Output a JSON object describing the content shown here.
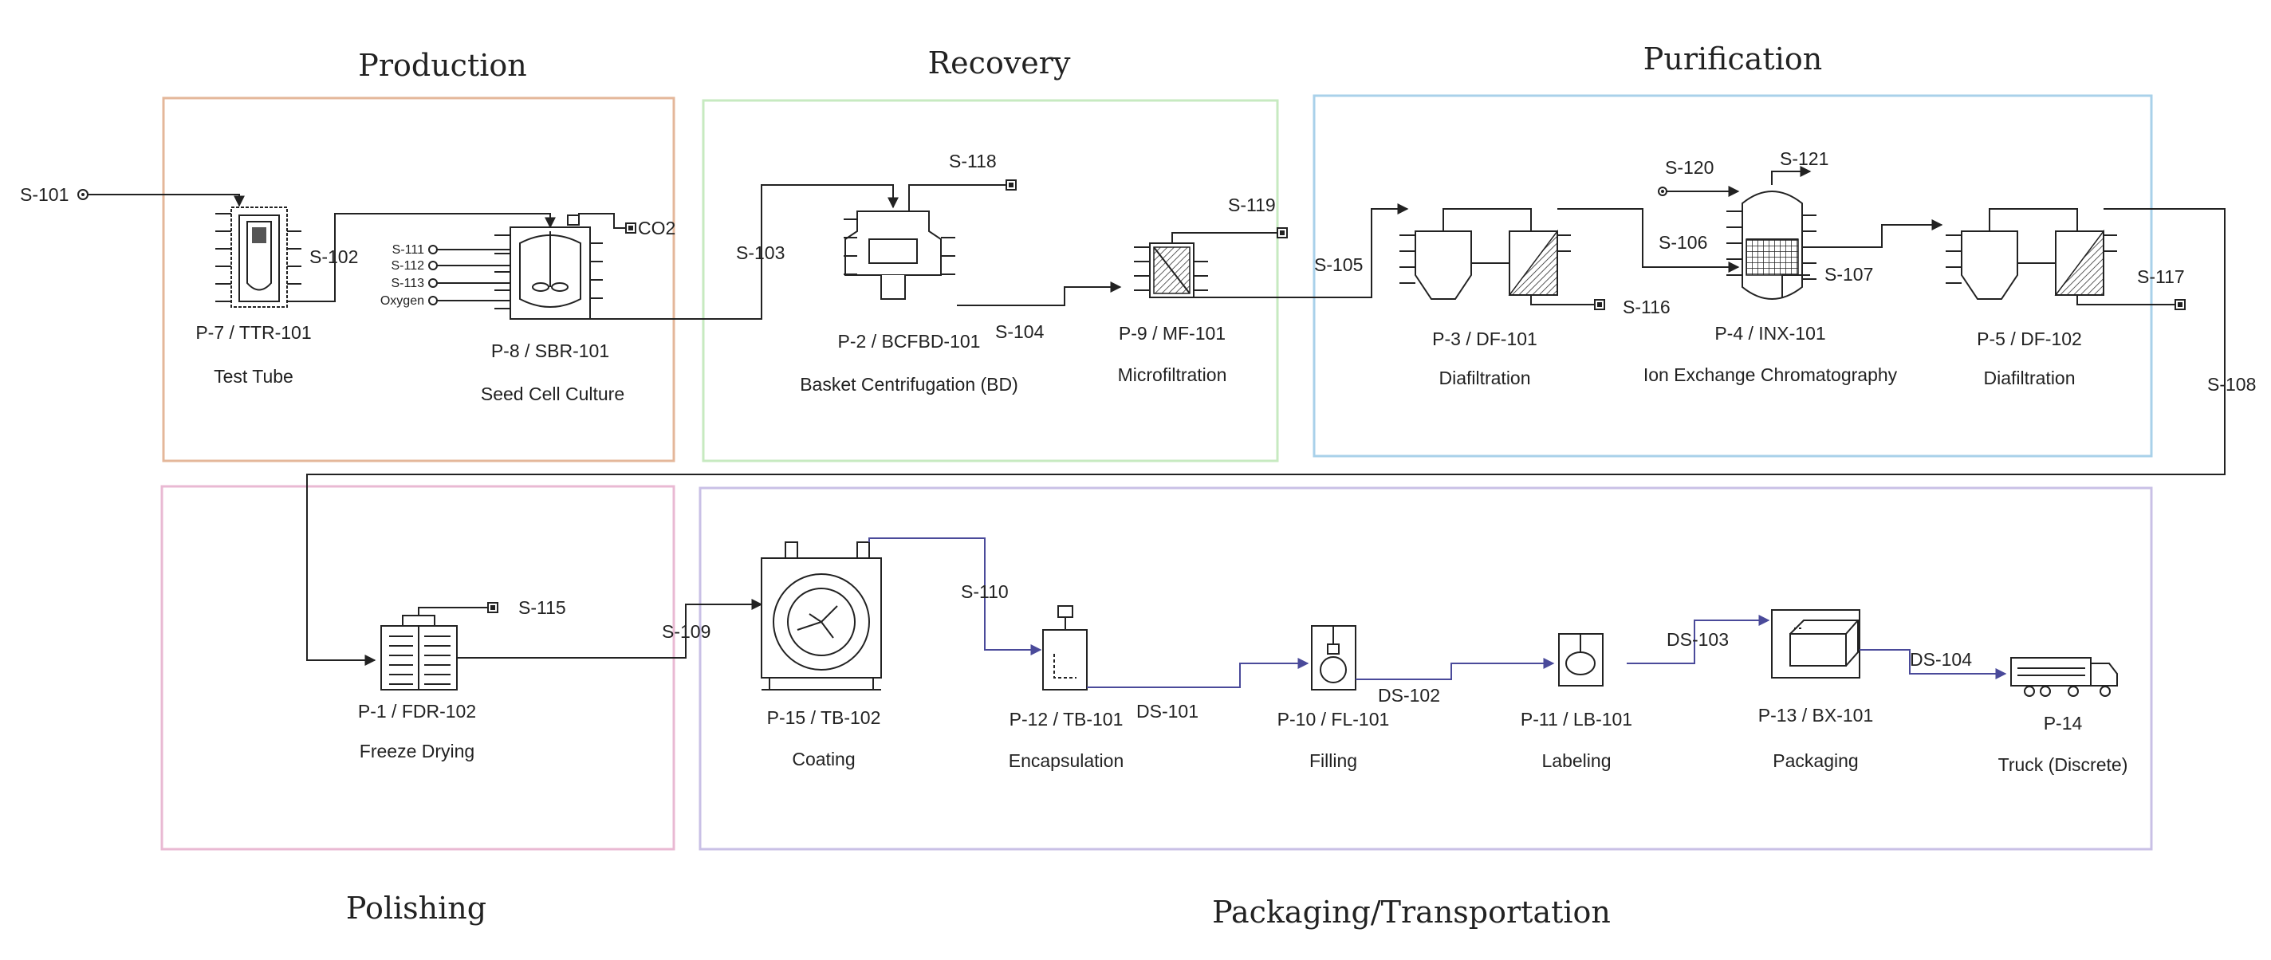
{
  "colors": {
    "production": "#e4b79a",
    "recovery": "#c7eac0",
    "purification": "#a9d1ea",
    "polishing": "#e9b9d3",
    "packaging": "#c9c0e6",
    "stream": "#222222",
    "product_stream": "#4a4a9a"
  },
  "sections": {
    "production": "Production",
    "recovery": "Recovery",
    "purification": "Purification",
    "polishing": "Polishing",
    "packaging": "Packaging/Transportation"
  },
  "units": {
    "p7": {
      "tag": "P-7 / TTR-101",
      "name": "Test Tube"
    },
    "p8": {
      "tag": "P-8 / SBR-101",
      "name": "Seed Cell Culture"
    },
    "p2": {
      "tag": "P-2 / BCFBD-101",
      "name": "Basket Centrifugation (BD)"
    },
    "p9": {
      "tag": "P-9 / MF-101",
      "name": "Microfiltration"
    },
    "p3": {
      "tag": "P-3 / DF-101",
      "name": "Diafiltration"
    },
    "p4": {
      "tag": "P-4 / INX-101",
      "name": "Ion Exchange Chromatography"
    },
    "p5": {
      "tag": "P-5 / DF-102",
      "name": "Diafiltration"
    },
    "p1": {
      "tag": "P-1 / FDR-102",
      "name": "Freeze Drying"
    },
    "p15": {
      "tag": "P-15 / TB-102",
      "name": "Coating"
    },
    "p12": {
      "tag": "P-12 / TB-101",
      "name": "Encapsulation"
    },
    "p10": {
      "tag": "P-10 / FL-101",
      "name": "Filling"
    },
    "p11": {
      "tag": "P-11 / LB-101",
      "name": "Labeling"
    },
    "p13": {
      "tag": "P-13 / BX-101",
      "name": "Packaging"
    },
    "p14": {
      "tag": "P-14",
      "name": "Truck (Discrete)"
    }
  },
  "streams": {
    "s101": "S-101",
    "s102": "S-102",
    "s103": "S-103",
    "s104": "S-104",
    "s105": "S-105",
    "s106": "S-106",
    "s107": "S-107",
    "s108": "S-108",
    "s109": "S-109",
    "s110": "S-110",
    "s111": "S-111",
    "s112": "S-112",
    "s113": "S-113",
    "oxygen": "Oxygen",
    "co2": "CO2",
    "s115": "S-115",
    "s116": "S-116",
    "s117": "S-117",
    "s118": "S-118",
    "s119": "S-119",
    "s120": "S-120",
    "s121": "S-121",
    "ds101": "DS-101",
    "ds102": "DS-102",
    "ds103": "DS-103",
    "ds104": "DS-104"
  }
}
